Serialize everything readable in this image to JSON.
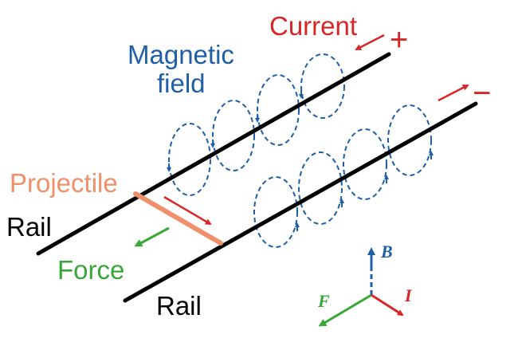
{
  "labels": {
    "current": "Current",
    "plus": "+",
    "minus": "−",
    "magnetic_line1": "Magnetic",
    "magnetic_line2": "field",
    "projectile": "Projectile",
    "rail_top": "Rail",
    "rail_bottom": "Rail",
    "force": "Force"
  },
  "axes": {
    "b": "B",
    "f": "F",
    "i": "I"
  },
  "colors": {
    "rail": "#000000",
    "current": "#d62728",
    "magnetic": "#1f5fa8",
    "projectile": "#f0906a",
    "force": "#3aa63a"
  }
}
